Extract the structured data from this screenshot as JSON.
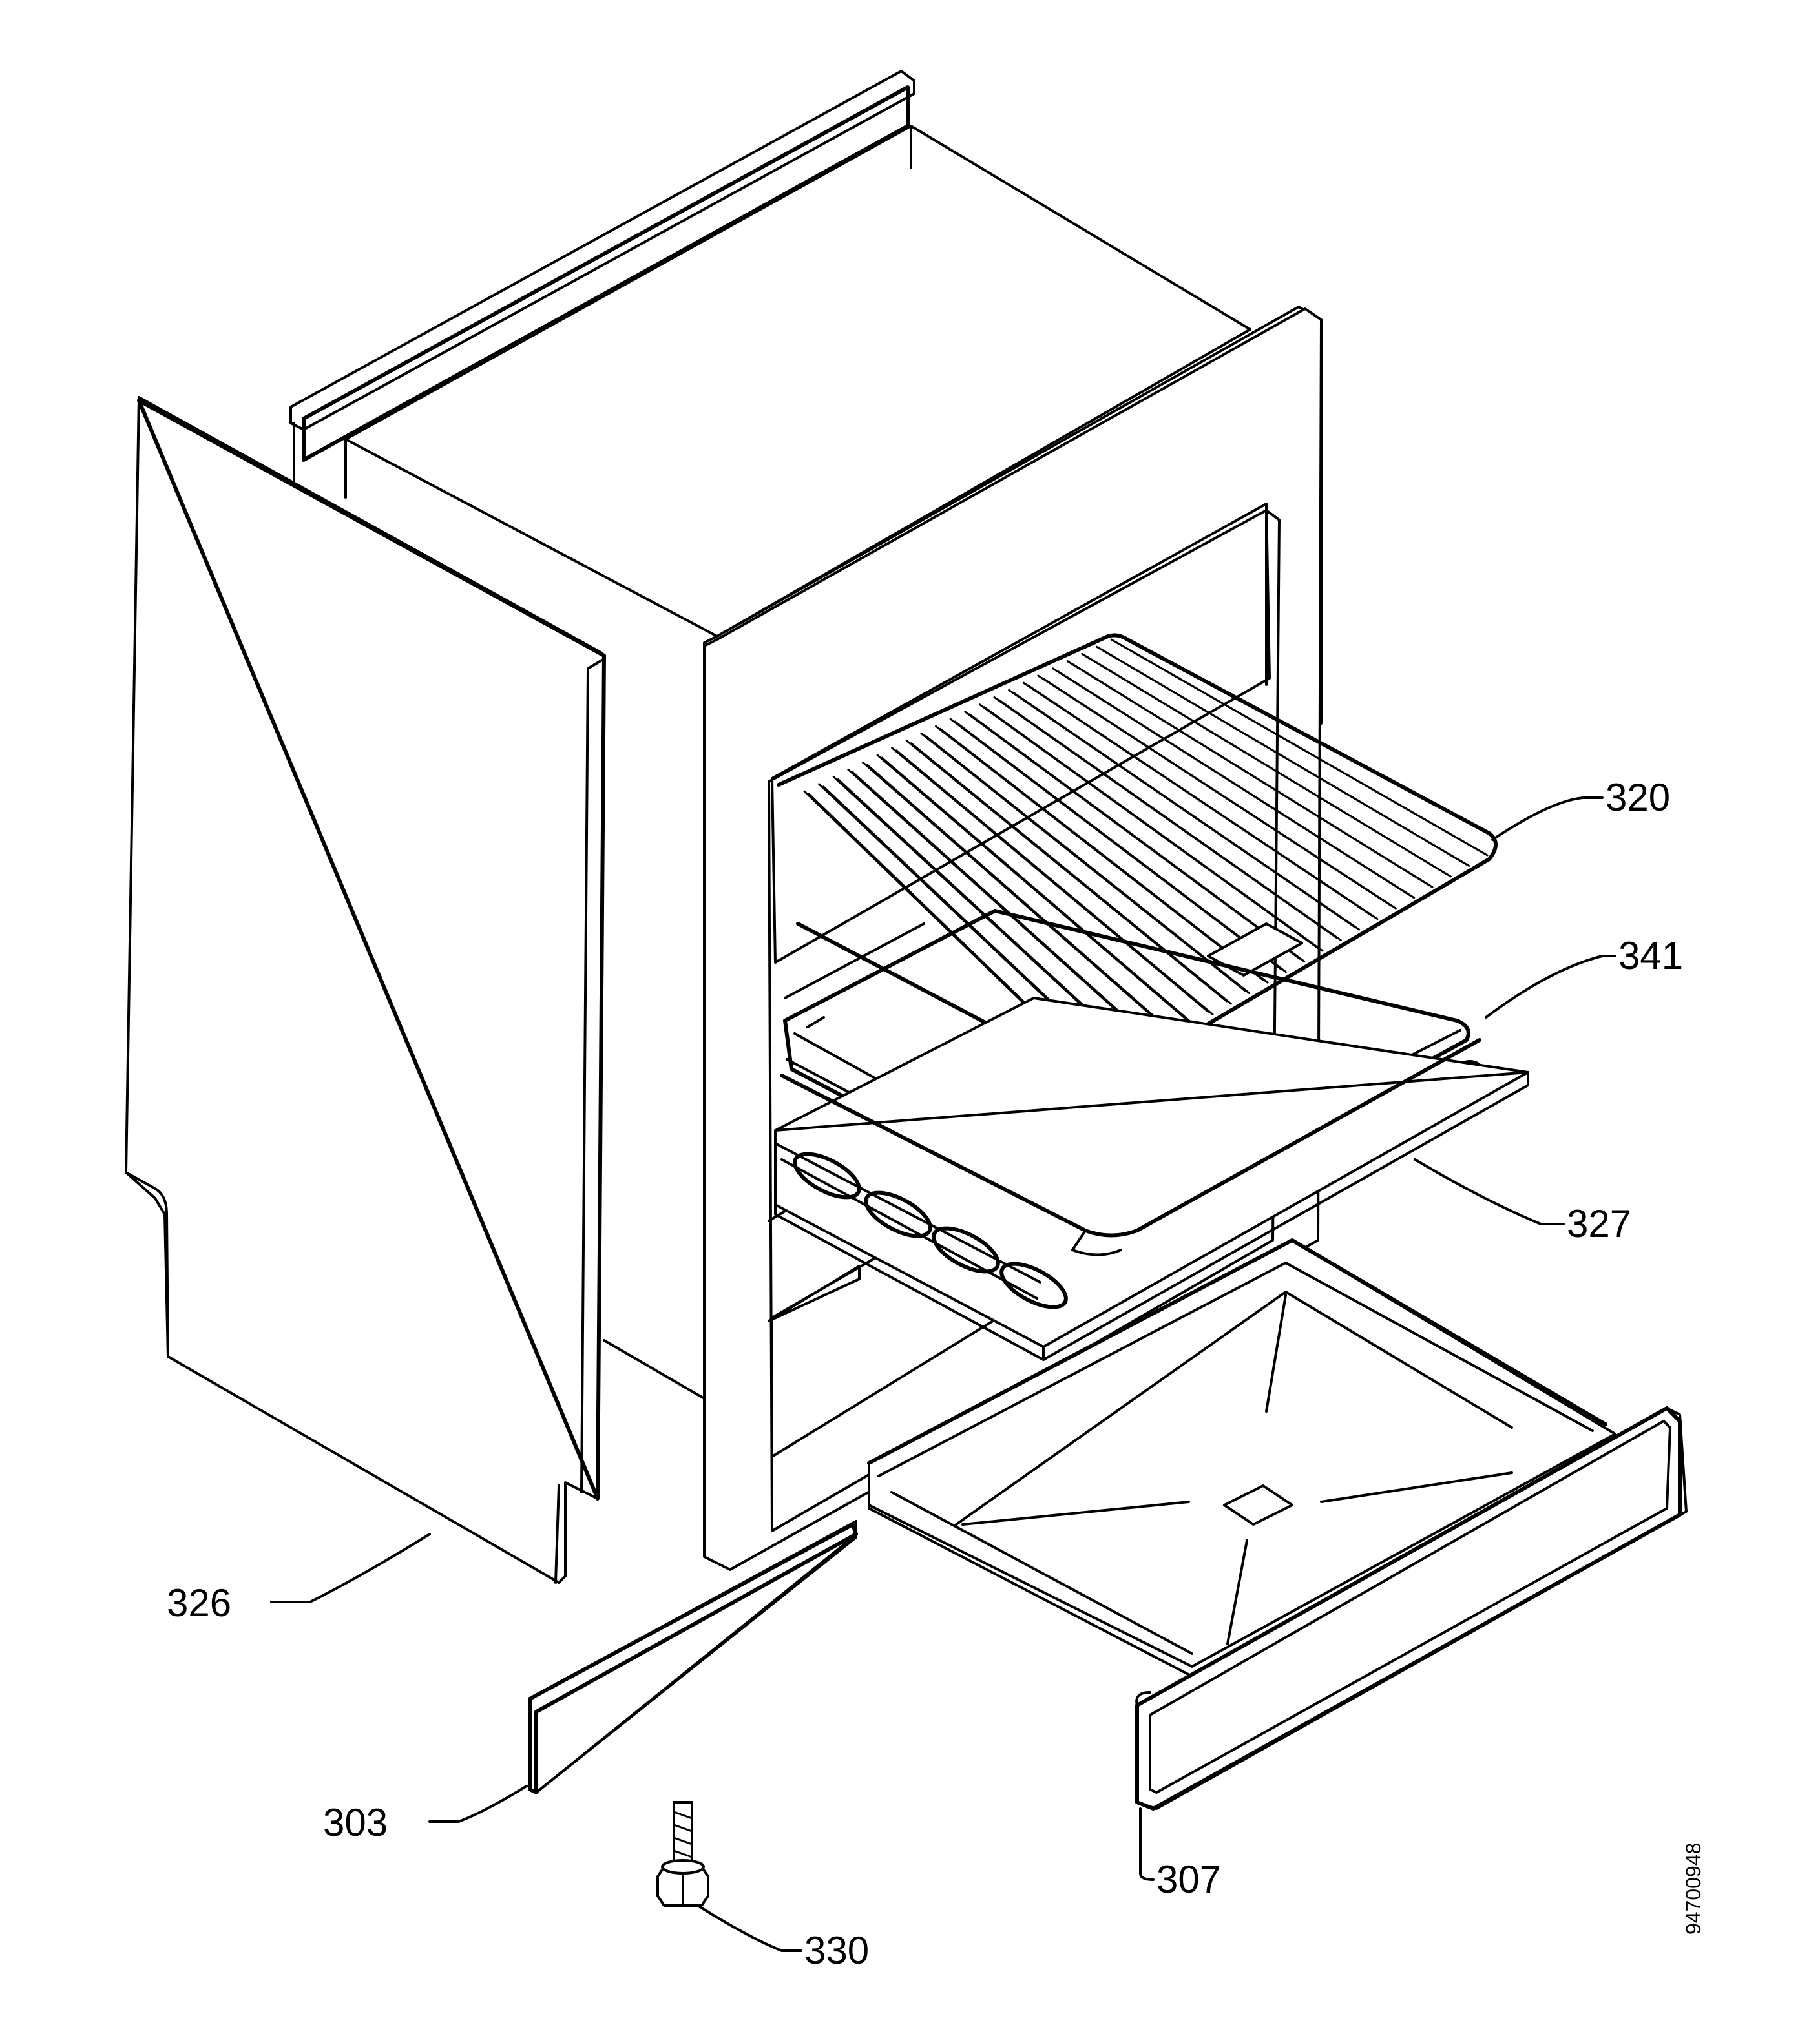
{
  "labels": {
    "p320": "320",
    "p341": "341",
    "p327": "327",
    "p326": "326",
    "p303": "303",
    "p307": "307",
    "p330": "330"
  },
  "drawing_number": "94700948"
}
